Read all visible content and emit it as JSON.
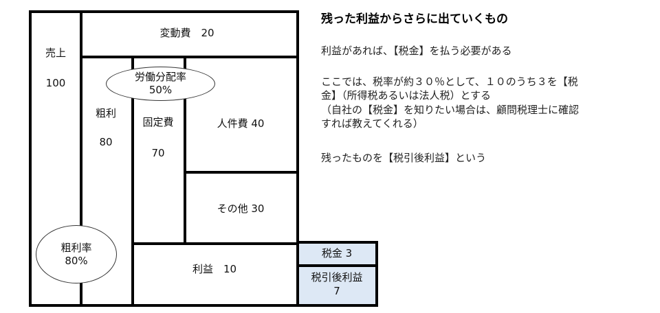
{
  "diagram": {
    "sales": {
      "label": "売上",
      "value": "100"
    },
    "variable_cost": {
      "label": "変動費　20"
    },
    "gross_profit": {
      "label": "粗利",
      "value": "80"
    },
    "fixed_cost": {
      "label": "固定費",
      "value": "70"
    },
    "personnel_cost": {
      "label": "人件費 40"
    },
    "other_cost": {
      "label": "その他 30"
    },
    "profit": {
      "label": "利益　10"
    },
    "tax": {
      "label": "税金 3"
    },
    "after_tax_profit": {
      "label": "税引後利益",
      "value": "7"
    },
    "labor_share": {
      "label": "労働分配率",
      "value": "50%"
    },
    "gross_margin": {
      "label": "粗利率",
      "value": "80%"
    },
    "tax_fill_color": "#dde8f5"
  },
  "notes": {
    "title": "残った利益からさらに出ていくもの",
    "lines": [
      "利益があれば、【税金】を払う必要がある",
      "ここでは、税率が約３０％として、１０のうち３を【税",
      "金】（所得税あるいは法人税）とする",
      "（自社の【税金】を知りたい場合は、顧問税理士に確認",
      "すれば教えてくれる）",
      "残ったものを【税引後利益】という"
    ]
  }
}
